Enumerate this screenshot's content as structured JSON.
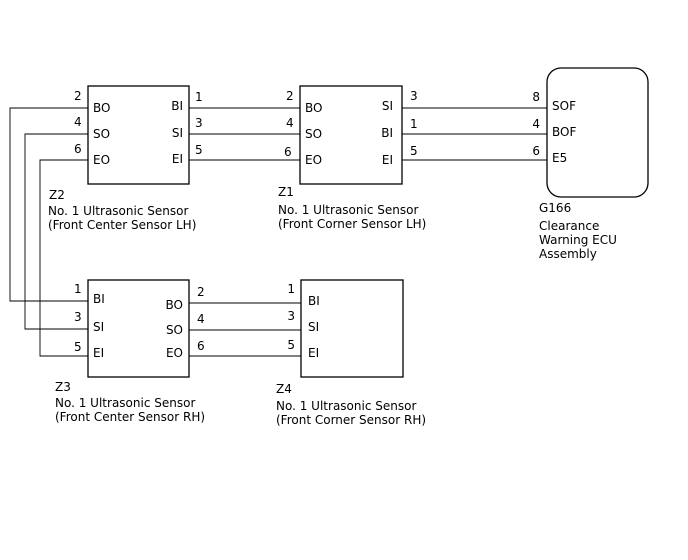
{
  "components": {
    "z2": {
      "code": "Z2",
      "name_line1": "No. 1 Ultrasonic Sensor",
      "name_line2": "(Front Center Sensor LH)",
      "left_pins": [
        {
          "num": "2",
          "label": "BO"
        },
        {
          "num": "4",
          "label": "SO"
        },
        {
          "num": "6",
          "label": "EO"
        }
      ],
      "right_pins": [
        {
          "num": "1",
          "label": "BI"
        },
        {
          "num": "3",
          "label": "SI"
        },
        {
          "num": "5",
          "label": "EI"
        }
      ]
    },
    "z1": {
      "code": "Z1",
      "name_line1": "No. 1 Ultrasonic Sensor",
      "name_line2": "(Front Corner Sensor LH)",
      "left_pins": [
        {
          "num": "2",
          "label": "BO"
        },
        {
          "num": "4",
          "label": "SO"
        },
        {
          "num": "6",
          "label": "EO"
        }
      ],
      "right_pins": [
        {
          "num": "3",
          "label": "SI"
        },
        {
          "num": "1",
          "label": "BI"
        },
        {
          "num": "5",
          "label": "EI"
        }
      ]
    },
    "g166": {
      "code": "G166",
      "name_line1": "Clearance",
      "name_line2": "Warning ECU",
      "name_line3": "Assembly",
      "left_pins": [
        {
          "num": "8",
          "label": "SOF"
        },
        {
          "num": "4",
          "label": "BOF"
        },
        {
          "num": "6",
          "label": "E5"
        }
      ]
    },
    "z3": {
      "code": "Z3",
      "name_line1": "No. 1 Ultrasonic Sensor",
      "name_line2": "(Front Center Sensor RH)",
      "left_pins": [
        {
          "num": "1",
          "label": "BI"
        },
        {
          "num": "3",
          "label": "SI"
        },
        {
          "num": "5",
          "label": "EI"
        }
      ],
      "right_pins": [
        {
          "num": "2",
          "label": "BO"
        },
        {
          "num": "4",
          "label": "SO"
        },
        {
          "num": "6",
          "label": "EO"
        }
      ]
    },
    "z4": {
      "code": "Z4",
      "name_line1": "No. 1 Ultrasonic Sensor",
      "name_line2": "(Front Corner Sensor RH)",
      "left_pins": [
        {
          "num": "1",
          "label": "BI"
        },
        {
          "num": "3",
          "label": "SI"
        },
        {
          "num": "5",
          "label": "EI"
        }
      ]
    }
  }
}
